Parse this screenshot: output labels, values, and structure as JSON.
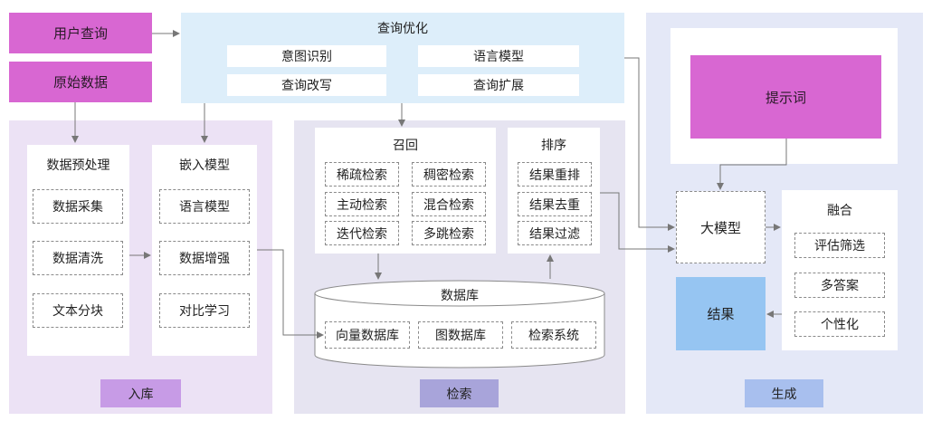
{
  "inputs": {
    "user_query": "用户查询",
    "raw_data": "原始数据"
  },
  "query_opt": {
    "title": "查询优化",
    "items": [
      "意图识别",
      "语言模型",
      "查询改写",
      "查询扩展"
    ]
  },
  "ingest": {
    "tag": "入库",
    "preprocess": {
      "title": "数据预处理",
      "items": [
        "数据采集",
        "数据清洗",
        "文本分块"
      ]
    },
    "embed": {
      "title": "嵌入模型",
      "items": [
        "语言模型",
        "数据增强",
        "对比学习"
      ]
    }
  },
  "retrieve": {
    "tag": "检索",
    "recall": {
      "title": "召回",
      "items": [
        "稀疏检索",
        "稠密检索",
        "主动检索",
        "混合检索",
        "迭代检索",
        "多跳检索"
      ]
    },
    "rank": {
      "title": "排序",
      "items": [
        "结果重排",
        "结果去重",
        "结果过滤"
      ]
    },
    "database": {
      "title": "数据库",
      "items": [
        "向量数据库",
        "图数据库",
        "检索系统"
      ]
    }
  },
  "generate": {
    "tag": "生成",
    "prompt": "提示词",
    "llm": "大模型",
    "result": "结果",
    "fusion": {
      "title": "融合",
      "items": [
        "评估筛选",
        "多答案",
        "个性化"
      ]
    }
  },
  "colors": {
    "magenta": "#d867d2",
    "arrow": "#777777",
    "result": "#96c5f2"
  }
}
